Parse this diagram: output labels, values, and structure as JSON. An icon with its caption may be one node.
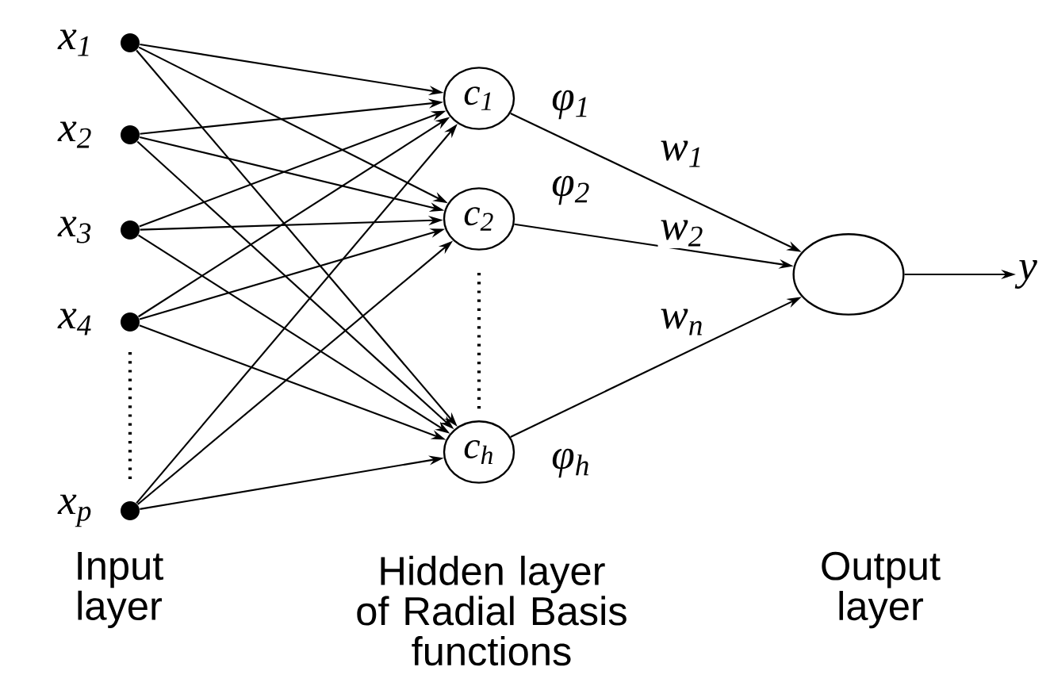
{
  "diagram": {
    "nodes": [
      {
        "text": [],
        "shape": "circle",
        "beside": [
          "x$_{1}$"
        ]
      },
      {
        "text": [],
        "shape": "circle",
        "beside": [
          "x$_{2}$"
        ]
      },
      {
        "text": [],
        "shape": "circle",
        "beside": [
          "x$_{3}$"
        ]
      },
      {
        "text": [],
        "shape": "circle",
        "beside": [
          "x$_{4}$"
        ]
      },
      {
        "text": [],
        "shape": "circle",
        "beside": [
          "x$_{p}$"
        ]
      },
      {
        "text": [
          "c$_{1}$"
        ],
        "beside": [
          "φ$_{1}$"
        ]
      },
      {
        "text": [
          "c$_{2}$"
        ],
        "beside": [
          "φ$_{2}$"
        ]
      },
      {
        "text": [
          "c$_{h}$"
        ],
        "beside": [
          "φ$_{h}$"
        ]
      },
      {
        "text": [],
        "shape": "circle"
      },
      {
        "text": [
          "y"
        ]
      }
    ],
    "edges": [
      {
        "from": 0,
        "to": 5,
        "arrow": "to"
      },
      {
        "from": 0,
        "to": 6,
        "arrow": "to"
      },
      {
        "from": 0,
        "to": 7,
        "arrow": "to"
      },
      {
        "from": 1,
        "to": 5,
        "arrow": "to"
      },
      {
        "from": 1,
        "to": 6,
        "arrow": "to"
      },
      {
        "from": 1,
        "to": 7,
        "arrow": "to"
      },
      {
        "from": 2,
        "to": 5,
        "arrow": "to"
      },
      {
        "from": 2,
        "to": 6,
        "arrow": "to"
      },
      {
        "from": 2,
        "to": 7,
        "arrow": "to"
      },
      {
        "from": 3,
        "to": 5,
        "arrow": "to"
      },
      {
        "from": 3,
        "to": 6,
        "arrow": "to"
      },
      {
        "from": 3,
        "to": 7,
        "arrow": "to"
      },
      {
        "from": 4,
        "to": 5,
        "arrow": "to"
      },
      {
        "from": 4,
        "to": 6,
        "arrow": "to"
      },
      {
        "from": 4,
        "to": 7,
        "arrow": "to"
      },
      {
        "from": 5,
        "to": 8,
        "arrow": "to",
        "label": "w$_{1}$"
      },
      {
        "from": 6,
        "to": 8,
        "arrow": "to",
        "label": "w$_{2}$"
      },
      {
        "from": 7,
        "to": 8,
        "arrow": "to",
        "label": "w$_{n}$"
      },
      {
        "from": 8,
        "to": 9,
        "arrow": "to"
      }
    ],
    "labels": [
      "Input layer",
      "Hidden layer of Radial Basis functions",
      "Output layer"
    ]
  }
}
